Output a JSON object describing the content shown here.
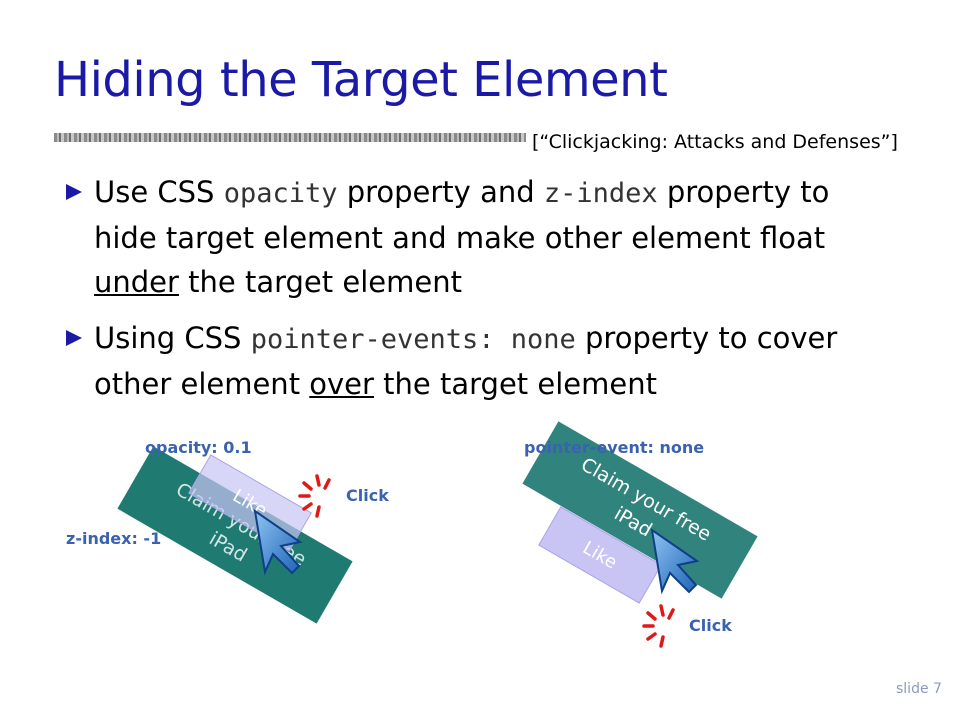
{
  "slide": {
    "title": "Hiding the Target Element",
    "citation": "[“Clickjacking: Attacks and Defenses”]",
    "slide_number": "slide 7"
  },
  "bullets": [
    {
      "a": "Use CSS ",
      "code1": "opacity",
      "b": " property and ",
      "code2": "z-index",
      "c": " property to hide target element and make other element float ",
      "emph": "under",
      "d": " the target element"
    },
    {
      "a": "Using CSS ",
      "code1": "pointer-events: none",
      "b": " property to cover other element ",
      "emph": "over",
      "c": " the target element"
    }
  ],
  "left_diagram": {
    "label_top": "opacity: 0.1",
    "label_side": "z-index: -1",
    "banner_text_1": "Claim your free",
    "banner_text_2": "iPad",
    "like_text": "Like",
    "click_text": "Click"
  },
  "right_diagram": {
    "label_top": "pointer-event: none",
    "banner_text_1": "Claim your free",
    "banner_text_2": "iPad",
    "like_text": "Like",
    "click_text": "Click"
  },
  "colors": {
    "title": "#1a1aa6",
    "bullet_marker": "#1a1aa6",
    "label": "#3a62b0",
    "banner": "#1f7a72",
    "like_box": "#c8c4f4",
    "burst": "#e01818",
    "cursor": "#2f7fd0"
  }
}
